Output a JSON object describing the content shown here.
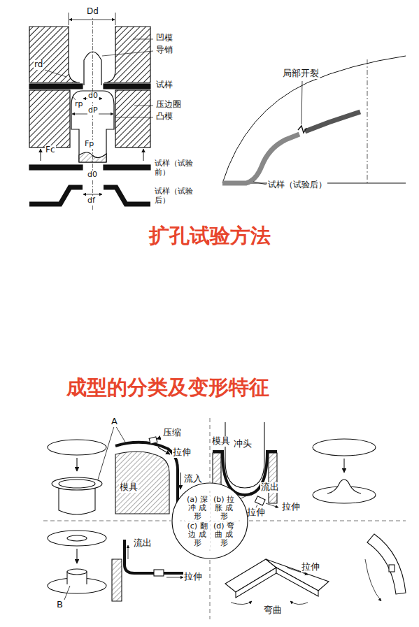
{
  "diagram": {
    "title": "成型的分类及变形特征",
    "caption": "扩孔试验方法",
    "nodes": [
      {
        "text": [
          "(a) 深冲 成形",
          "(b) 拉胀 成形",
          "(c) 翻边 成形",
          "(d) 弯曲 成形"
        ]
      }
    ],
    "edges": [],
    "labels": [
      "Dd",
      "rd",
      "凹模",
      "导销",
      "试样",
      "d0",
      "rp",
      "压边圈",
      "dP",
      "凸模",
      "Fc",
      "Fp",
      "试样（试验前）",
      "d0",
      "df",
      "试样（试验后）",
      "局部开裂",
      "试样（试验后）",
      "A",
      "压缩",
      "拉伸",
      "流入",
      "模具",
      "冲头",
      "模具",
      "流出",
      "拉伸",
      "拉伸",
      "B",
      "流出",
      "拉伸",
      "拉伸",
      "弯曲"
    ]
  }
}
